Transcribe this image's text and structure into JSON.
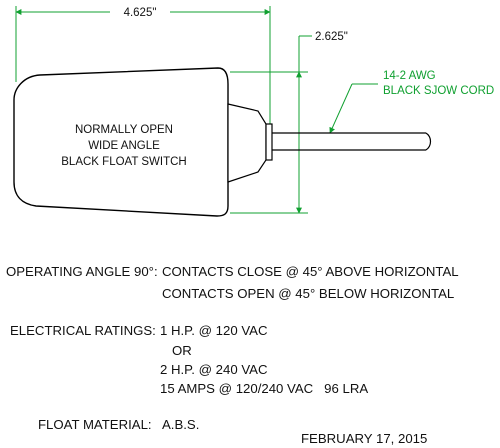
{
  "drawing": {
    "dim_width": "4.625\"",
    "dim_height": "2.625\"",
    "cord_label_1": "14-2 AWG",
    "cord_label_2": "BLACK SJOW CORD",
    "switch_label_1": "NORMALLY OPEN",
    "switch_label_2": "WIDE ANGLE",
    "switch_label_3": "BLACK FLOAT SWITCH",
    "dimension_color": "#10a030"
  },
  "specs": {
    "operating_angle_label": "OPERATING ANGLE 90°:",
    "operating_angle_line1": "CONTACTS CLOSE @ 45° ABOVE HORIZONTAL",
    "operating_angle_line2": "CONTACTS OPEN @ 45° BELOW HORIZONTAL",
    "electrical_label": "ELECTRICAL RATINGS:",
    "electrical_line1": "1 H.P. @ 120 VAC",
    "electrical_line2": "OR",
    "electrical_line3": "2 H.P. @ 240 VAC",
    "electrical_line4": "15 AMPS @ 120/240 VAC   96 LRA",
    "float_material_label": "FLOAT MATERIAL:",
    "float_material_value": "A.B.S.",
    "date": "FEBRUARY 17, 2015"
  }
}
